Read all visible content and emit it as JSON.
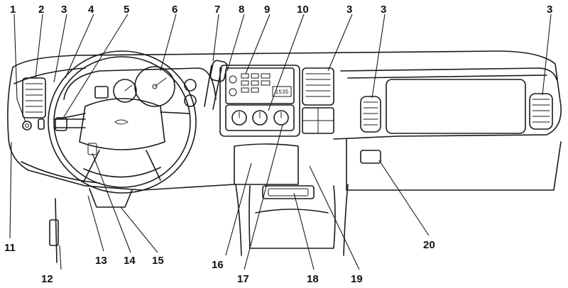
{
  "callouts": [
    {
      "id": "c1",
      "label": "1"
    },
    {
      "id": "c2",
      "label": "2"
    },
    {
      "id": "c3a",
      "label": "3"
    },
    {
      "id": "c4",
      "label": "4"
    },
    {
      "id": "c5",
      "label": "5"
    },
    {
      "id": "c6",
      "label": "6"
    },
    {
      "id": "c7",
      "label": "7"
    },
    {
      "id": "c8",
      "label": "8"
    },
    {
      "id": "c9",
      "label": "9"
    },
    {
      "id": "c10",
      "label": "10"
    },
    {
      "id": "c3b",
      "label": "3"
    },
    {
      "id": "c3c",
      "label": "3"
    },
    {
      "id": "c3d",
      "label": "3"
    },
    {
      "id": "c11",
      "label": "11"
    },
    {
      "id": "c12",
      "label": "12"
    },
    {
      "id": "c13",
      "label": "13"
    },
    {
      "id": "c14",
      "label": "14"
    },
    {
      "id": "c15",
      "label": "15"
    },
    {
      "id": "c16",
      "label": "16"
    },
    {
      "id": "c17",
      "label": "17"
    },
    {
      "id": "c18",
      "label": "18"
    },
    {
      "id": "c19",
      "label": "19"
    },
    {
      "id": "c20",
      "label": "20"
    }
  ],
  "radio_display": "1535"
}
